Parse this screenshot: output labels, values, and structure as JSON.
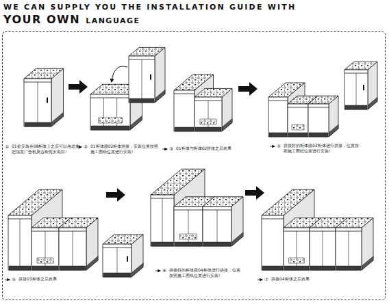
{
  "diagram": {
    "title": "WE CAN SUPPLY YOU THE INSTALLATION GUIDE WITH",
    "labels": [
      "YOUR OWN",
      "LANGUAGE",
      "①",
      "01处安装在08柜体上之后可以考虑先把顶置广告机及边柜先安装好!",
      "②",
      "01柜体跟02柜体拼接，安装位置按照施工图纸位置进行安装!",
      "③",
      "01柜体与柜体02拼接之后效果",
      "④",
      "拼接好的柜体跟03柜体进行拼接，位置按照施工图纸位置进行安装!",
      "⑤",
      "拼接03柜体之后效果",
      "⑥",
      "拼接好的柜体跟04柜体进行拼接，位置按照施工图纸位置进行安装!",
      "⑦",
      "拼接04柜体之后效果"
    ]
  }
}
